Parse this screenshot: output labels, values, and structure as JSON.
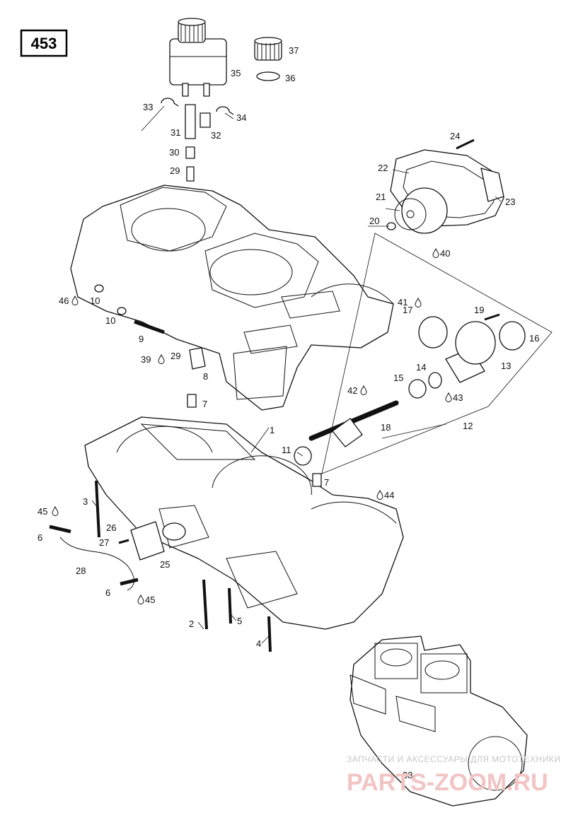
{
  "page_number": "453",
  "watermark": {
    "line1": "ЗАПЧАСТИ И АКСЕССУАРЫ ДЛЯ МОТОТЕХНИКИ",
    "line2": "PARTS-ZOOM.RU"
  },
  "callouts": [
    {
      "id": "c1",
      "text": "1"
    },
    {
      "id": "c2",
      "text": "2"
    },
    {
      "id": "c3",
      "text": "3"
    },
    {
      "id": "c4",
      "text": "4"
    },
    {
      "id": "c5",
      "text": "5"
    },
    {
      "id": "c6a",
      "text": "6"
    },
    {
      "id": "c6b",
      "text": "6"
    },
    {
      "id": "c7a",
      "text": "7"
    },
    {
      "id": "c7b",
      "text": "7"
    },
    {
      "id": "c8",
      "text": "8"
    },
    {
      "id": "c9",
      "text": "9"
    },
    {
      "id": "c10a",
      "text": "10"
    },
    {
      "id": "c10b",
      "text": "10"
    },
    {
      "id": "c11",
      "text": "11"
    },
    {
      "id": "c12",
      "text": "12"
    },
    {
      "id": "c13",
      "text": "13"
    },
    {
      "id": "c14",
      "text": "14"
    },
    {
      "id": "c15",
      "text": "15"
    },
    {
      "id": "c16",
      "text": "16"
    },
    {
      "id": "c17",
      "text": "17"
    },
    {
      "id": "c18",
      "text": "18"
    },
    {
      "id": "c19",
      "text": "19"
    },
    {
      "id": "c20",
      "text": "20"
    },
    {
      "id": "c21",
      "text": "21"
    },
    {
      "id": "c22",
      "text": "22"
    },
    {
      "id": "c23",
      "text": "23"
    },
    {
      "id": "c24",
      "text": "24"
    },
    {
      "id": "c25",
      "text": "25"
    },
    {
      "id": "c26",
      "text": "26"
    },
    {
      "id": "c27",
      "text": "27"
    },
    {
      "id": "c28",
      "text": "28"
    },
    {
      "id": "c29a",
      "text": "29"
    },
    {
      "id": "c29b",
      "text": "29"
    },
    {
      "id": "c30",
      "text": "30"
    },
    {
      "id": "c31",
      "text": "31"
    },
    {
      "id": "c32",
      "text": "32"
    },
    {
      "id": "c33",
      "text": "33"
    },
    {
      "id": "c34",
      "text": "34"
    },
    {
      "id": "c35",
      "text": "35"
    },
    {
      "id": "c36",
      "text": "36"
    },
    {
      "id": "c37",
      "text": "37"
    },
    {
      "id": "c38",
      "text": "38"
    },
    {
      "id": "c39",
      "text": "39"
    },
    {
      "id": "c40",
      "text": "40"
    },
    {
      "id": "c41",
      "text": "41"
    },
    {
      "id": "c42",
      "text": "42"
    },
    {
      "id": "c43",
      "text": "43"
    },
    {
      "id": "c44",
      "text": "44"
    },
    {
      "id": "c45a",
      "text": "45"
    },
    {
      "id": "c45b",
      "text": "45"
    },
    {
      "id": "c46",
      "text": "46"
    }
  ],
  "icons": {
    "drop": "lubricant-drop-icon"
  }
}
